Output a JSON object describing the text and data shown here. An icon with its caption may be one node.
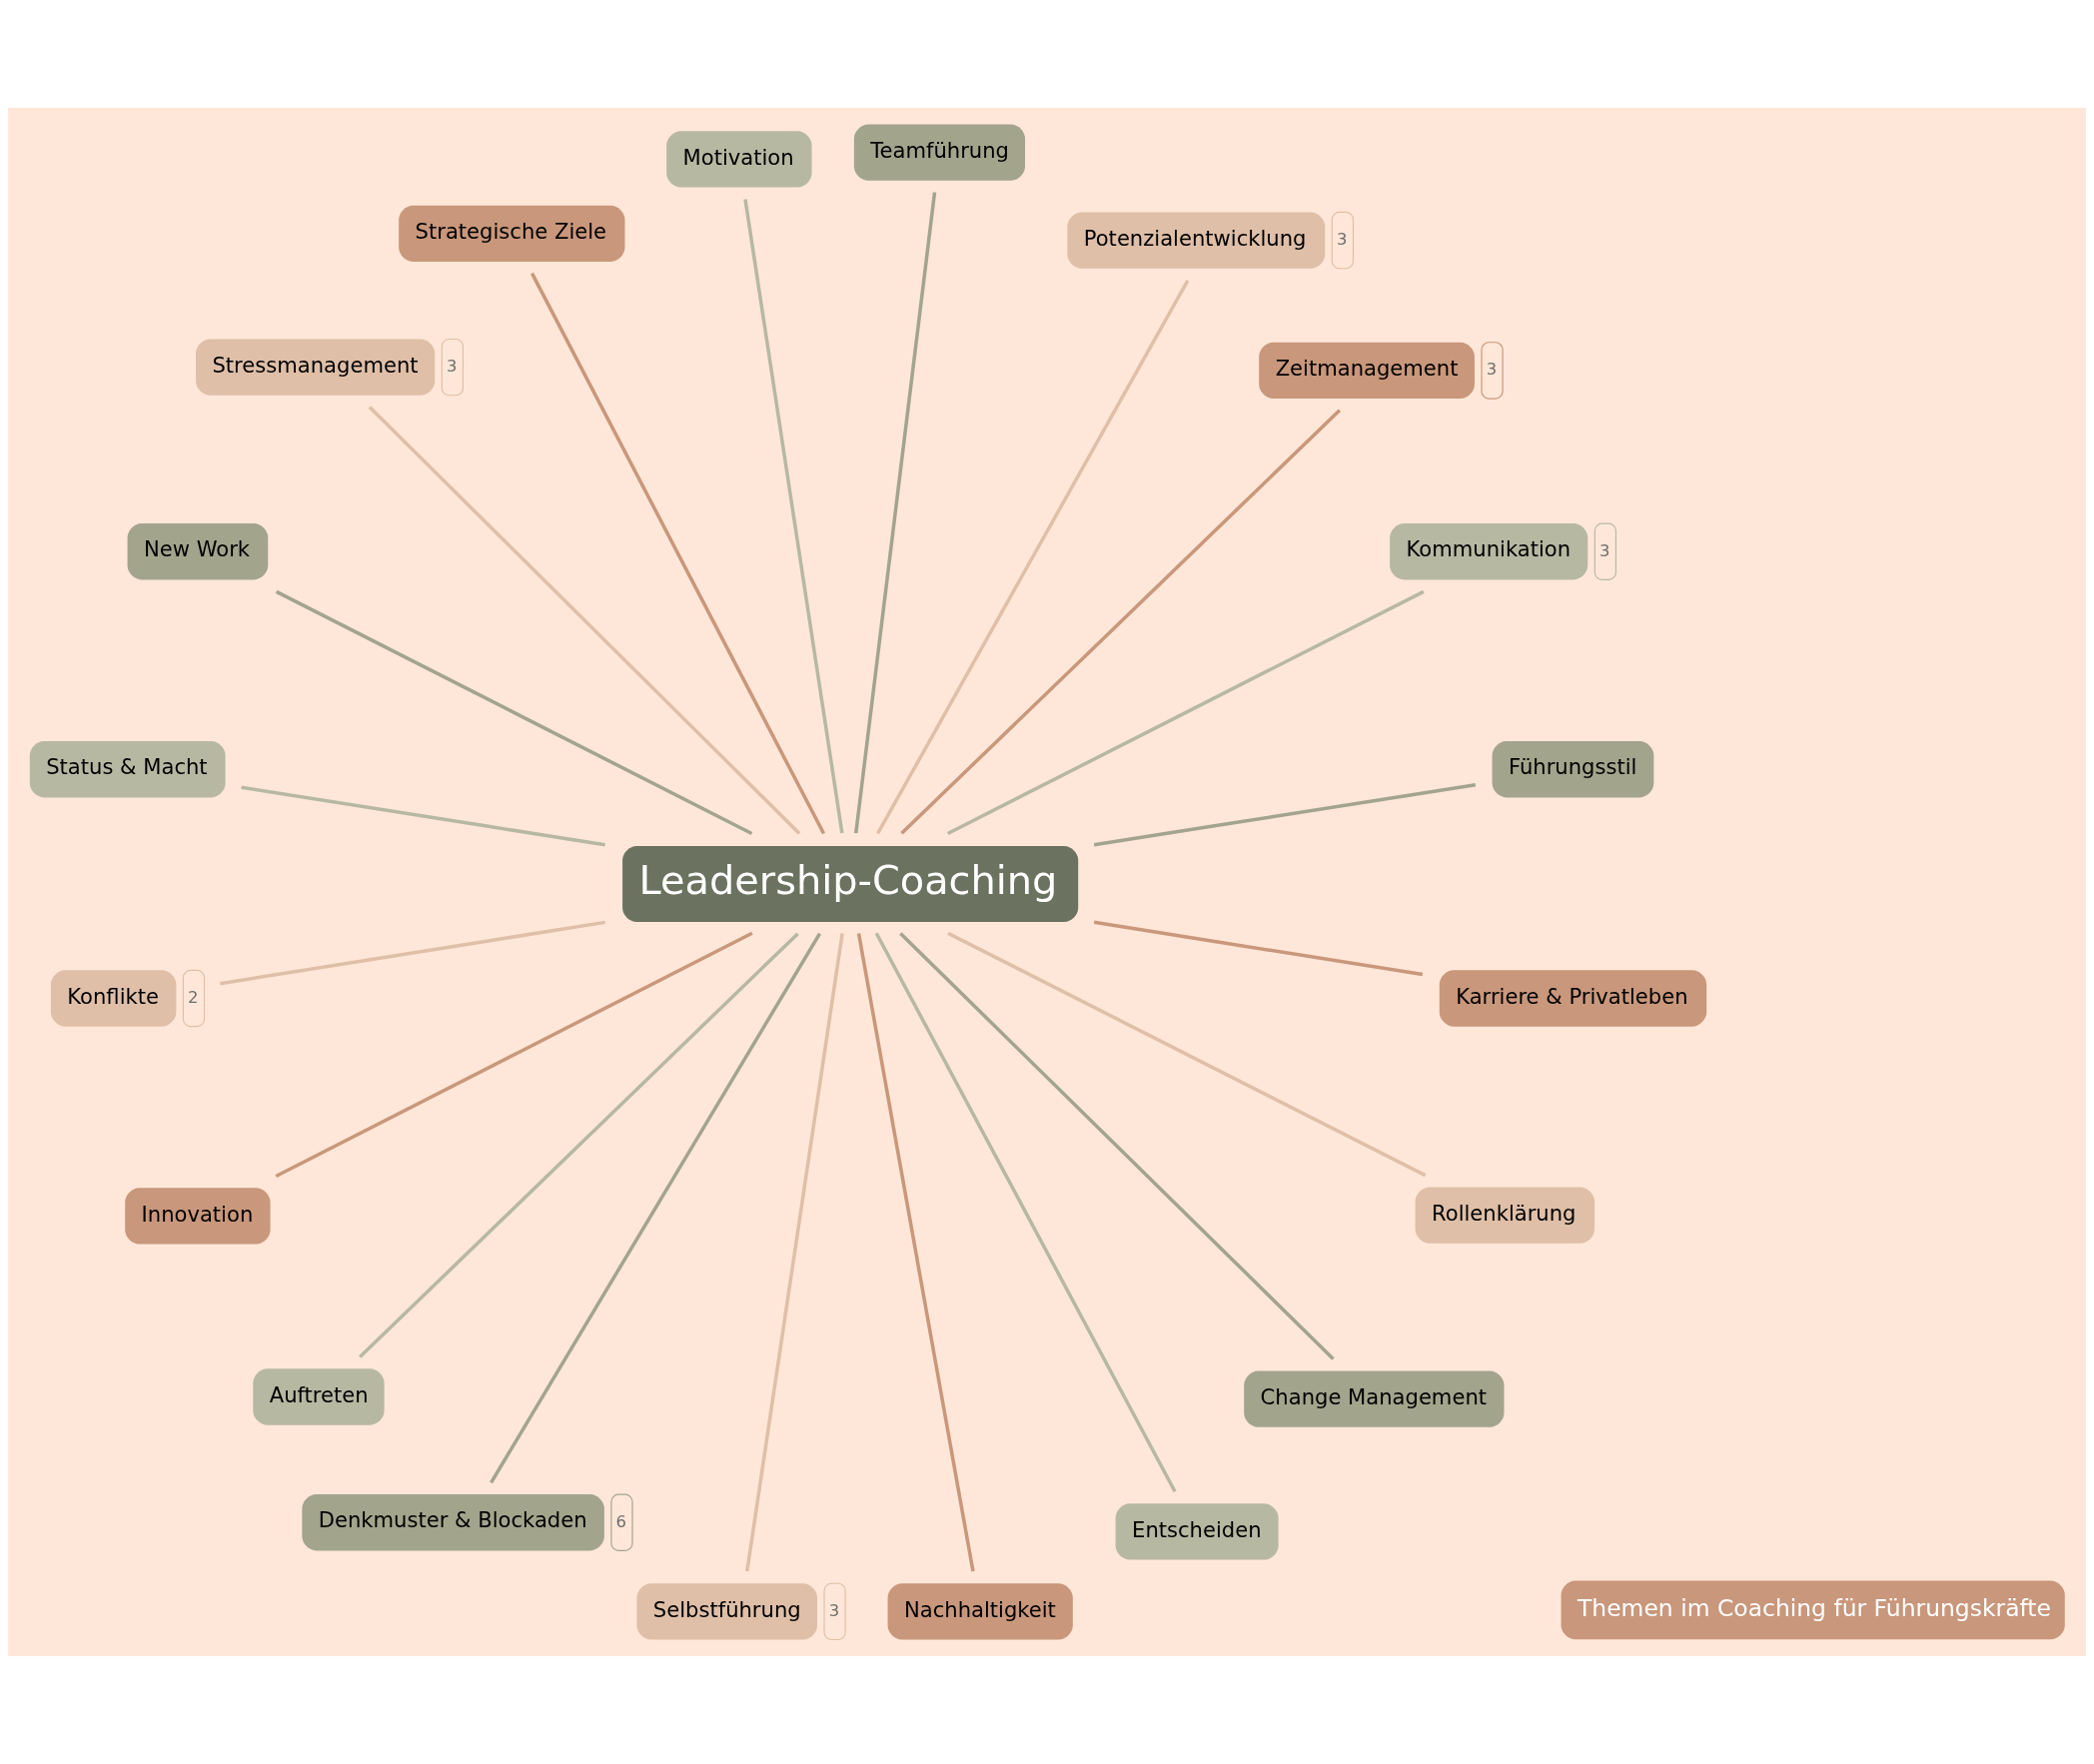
{
  "diagram": {
    "nodes": [
      {
        "text": [
          "Themen im Coaching für Führungskräfte"
        ]
      },
      {
        "text": [
          "Leadership-Coaching"
        ]
      },
      {
        "text": [
          "Führungsstil"
        ]
      },
      {
        "text": [
          "Kommunikation"
        ],
        "beside": [
          "3"
        ]
      },
      {
        "text": [
          "Zeitmanagement"
        ],
        "beside": [
          "3"
        ]
      },
      {
        "text": [
          "Potenzialentwicklung"
        ],
        "beside": [
          "3"
        ]
      },
      {
        "text": [
          "Teamführung"
        ]
      },
      {
        "text": [
          "Motivation"
        ]
      },
      {
        "text": [
          "Strategische Ziele"
        ]
      },
      {
        "text": [
          "Stressmanagement"
        ],
        "beside": [
          "3"
        ]
      },
      {
        "text": [
          "New Work"
        ]
      },
      {
        "text": [
          "Status & Macht"
        ]
      },
      {
        "text": [
          "Konflikte"
        ],
        "beside": [
          "2"
        ]
      },
      {
        "text": [
          "Innovation"
        ]
      },
      {
        "text": [
          "Auftreten"
        ]
      },
      {
        "text": [
          "Denkmuster & Blockaden"
        ],
        "beside": [
          "6"
        ]
      },
      {
        "text": [
          "Selbstführung"
        ],
        "beside": [
          "3"
        ]
      },
      {
        "text": [
          "Nachhaltigkeit"
        ]
      },
      {
        "text": [
          "Entscheiden"
        ]
      },
      {
        "text": [
          "Change Management"
        ]
      },
      {
        "text": [
          "Rollenklärung"
        ]
      },
      {
        "text": [
          "Karriere & Privatleben"
        ]
      }
    ],
    "edges": [
      {
        "from": 1,
        "to": 2,
        "arrow": "none",
        "color": "#a3a48c"
      },
      {
        "from": 1,
        "to": 3,
        "arrow": "none",
        "color": "#b7b8a2"
      },
      {
        "from": 1,
        "to": 4,
        "arrow": "none",
        "color": "#c9977b"
      },
      {
        "from": 1,
        "to": 5,
        "arrow": "none",
        "color": "#dfbfa8"
      },
      {
        "from": 1,
        "to": 6,
        "arrow": "none",
        "color": "#a3a48c"
      },
      {
        "from": 1,
        "to": 7,
        "arrow": "none",
        "color": "#b7b8a2"
      },
      {
        "from": 1,
        "to": 8,
        "arrow": "none",
        "color": "#c9977b"
      },
      {
        "from": 1,
        "to": 9,
        "arrow": "none",
        "color": "#dfbfa8"
      },
      {
        "from": 1,
        "to": 10,
        "arrow": "none",
        "color": "#a3a48c"
      },
      {
        "from": 1,
        "to": 11,
        "arrow": "none",
        "color": "#b7b8a2"
      },
      {
        "from": 1,
        "to": 12,
        "arrow": "none",
        "color": "#dfbfa8"
      },
      {
        "from": 1,
        "to": 13,
        "arrow": "none",
        "color": "#c9977b"
      },
      {
        "from": 1,
        "to": 14,
        "arrow": "none",
        "color": "#b7b8a2"
      },
      {
        "from": 1,
        "to": 15,
        "arrow": "none",
        "color": "#a3a48c"
      },
      {
        "from": 1,
        "to": 16,
        "arrow": "none",
        "color": "#dfbfa8"
      },
      {
        "from": 1,
        "to": 17,
        "arrow": "none",
        "color": "#c9977b"
      },
      {
        "from": 1,
        "to": 18,
        "arrow": "none",
        "color": "#b7b8a2"
      },
      {
        "from": 1,
        "to": 19,
        "arrow": "none",
        "color": "#a3a48c"
      },
      {
        "from": 1,
        "to": 20,
        "arrow": "none",
        "color": "#dfbfa8"
      },
      {
        "from": 1,
        "to": 21,
        "arrow": "none",
        "color": "#c9977b"
      }
    ]
  }
}
